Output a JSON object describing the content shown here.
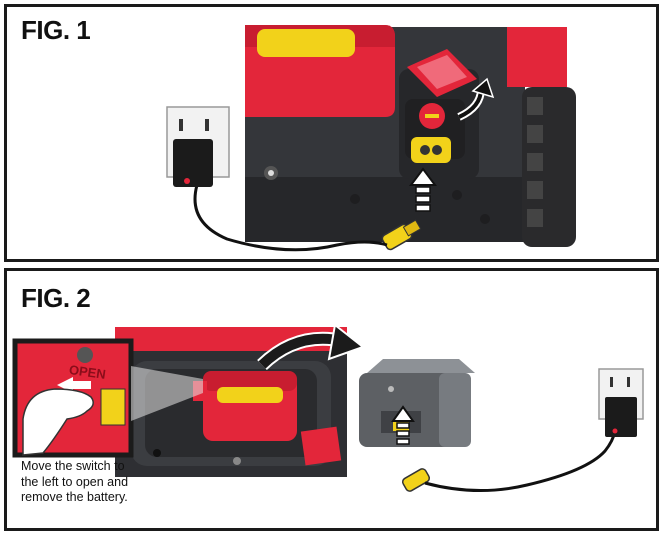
{
  "figures": [
    {
      "label": "FIG. 1"
    },
    {
      "label": "FIG. 2"
    }
  ],
  "fig1": {
    "battery_logo_text": "",
    "buttons_color": "#e8c31a",
    "body_color": "#e3263a"
  },
  "fig2": {
    "switch_label": "OPEN",
    "caption_lines": [
      "Move the switch to",
      "the left to open and",
      "remove the battery."
    ]
  },
  "colors": {
    "red": "#e3263a",
    "yellow": "#f2d21a",
    "dark": "#2b2b2d",
    "gray": "#5d6064"
  }
}
